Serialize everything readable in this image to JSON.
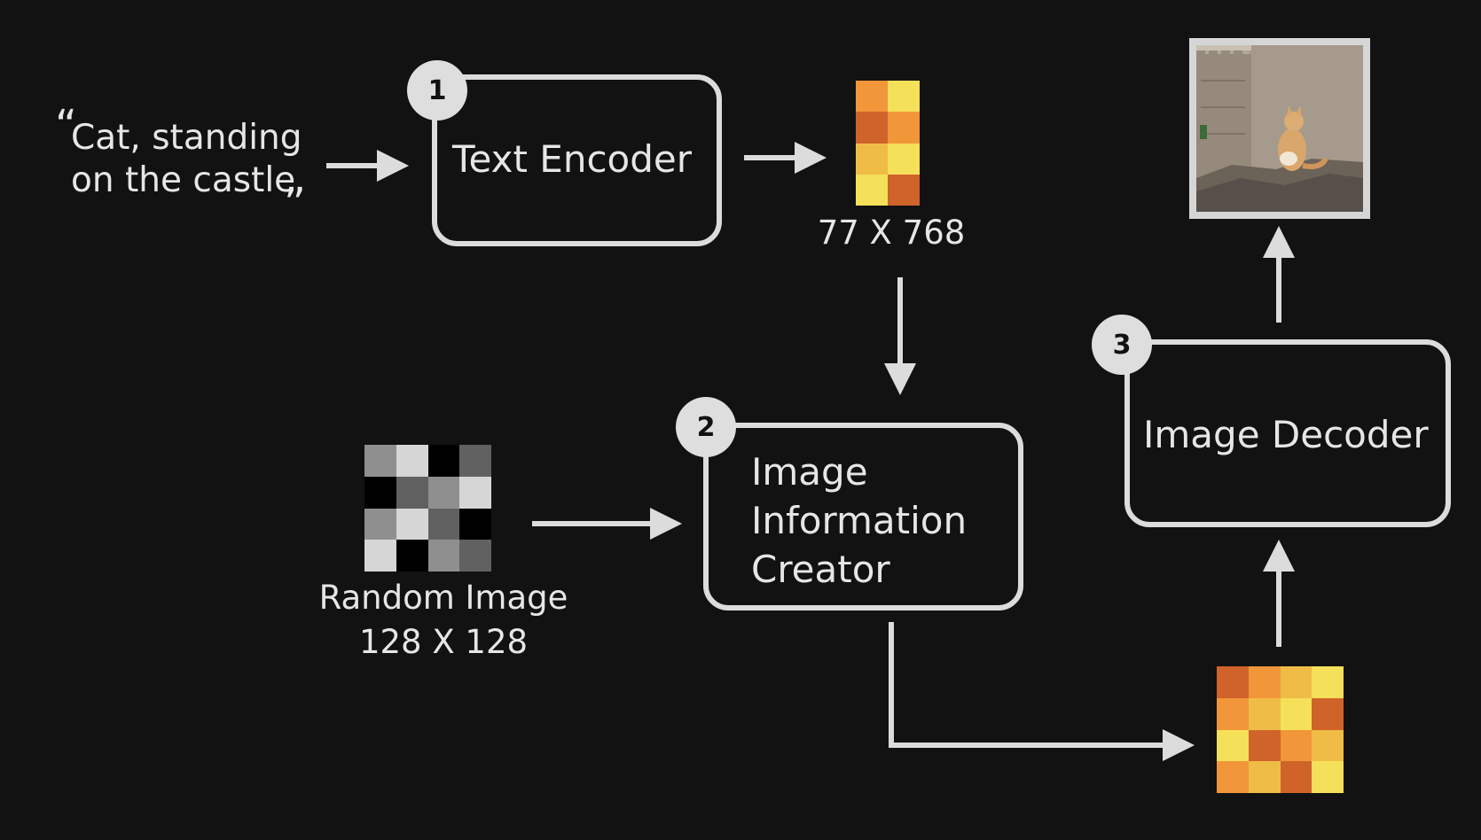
{
  "prompt": {
    "open_quote": "“",
    "line1": "Cat, standing",
    "line2": "on the castle",
    "close_quote": "”"
  },
  "steps": [
    {
      "number": "1",
      "label": "Text Encoder"
    },
    {
      "number": "2",
      "label_lines": [
        "Image",
        "Information",
        "Creator"
      ]
    },
    {
      "number": "3",
      "label": "Image Decoder"
    }
  ],
  "text_embedding": {
    "dimension": "77 X 768",
    "colors": [
      "#f2963a",
      "#f5e05a",
      "#d0632a",
      "#f2963a",
      "#efbd45",
      "#f5e05a",
      "#f5e05a",
      "#d0632a"
    ]
  },
  "random_image": {
    "caption_line1": "Random Image",
    "caption_line2": "128 X 128",
    "colors": [
      "#8f8f8f",
      "#d6d6d6",
      "#000000",
      "#616161",
      "#000000",
      "#616161",
      "#8f8f8f",
      "#d6d6d6",
      "#8f8f8f",
      "#d6d6d6",
      "#616161",
      "#000000",
      "#d6d6d6",
      "#000000",
      "#8f8f8f",
      "#616161"
    ]
  },
  "latent": {
    "colors": [
      "#d0632a",
      "#f2963a",
      "#efbd45",
      "#f5e05a",
      "#f2963a",
      "#efbd45",
      "#f5e05a",
      "#d0632a",
      "#f5e05a",
      "#d0632a",
      "#f2963a",
      "#efbd45",
      "#f2963a",
      "#efbd45",
      "#d0632a",
      "#f5e05a"
    ]
  },
  "output_image": {
    "subject": "cat sitting on castle wall"
  },
  "colors": {
    "background": "#121212",
    "stroke": "#dcdcdc",
    "text": "#e6e6e6"
  }
}
